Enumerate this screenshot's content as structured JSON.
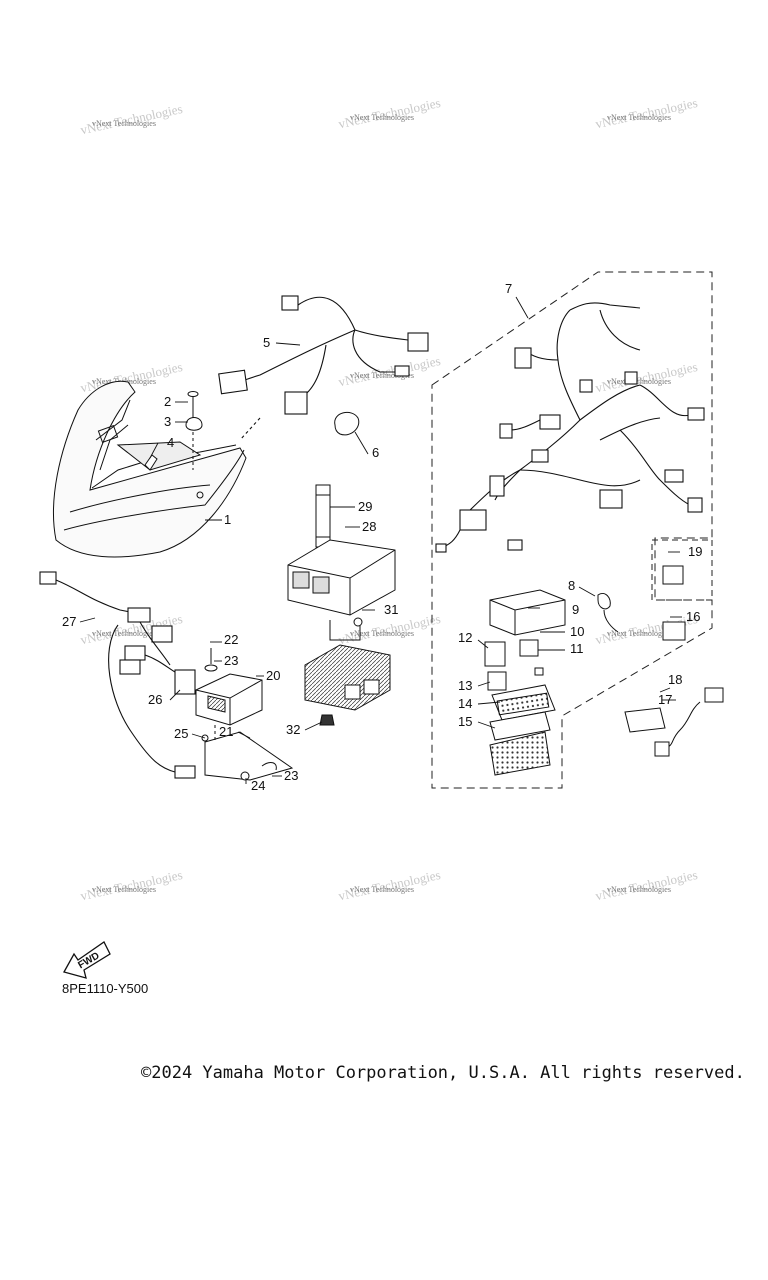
{
  "watermark_text": "vNext Technologies",
  "callouts": [
    "1",
    "2",
    "3",
    "4",
    "5",
    "6",
    "7",
    "8",
    "9",
    "10",
    "11",
    "12",
    "13",
    "14",
    "15",
    "16",
    "17",
    "18",
    "19",
    "20",
    "21",
    "22",
    "23",
    "23",
    "24",
    "25",
    "26",
    "27",
    "28",
    "29",
    "31",
    "32"
  ],
  "direction_badge": "FWD",
  "diagram_code": "8PE1110-Y500",
  "copyright": "©2024 Yamaha Motor Corporation, U.S.A. All rights reserved."
}
